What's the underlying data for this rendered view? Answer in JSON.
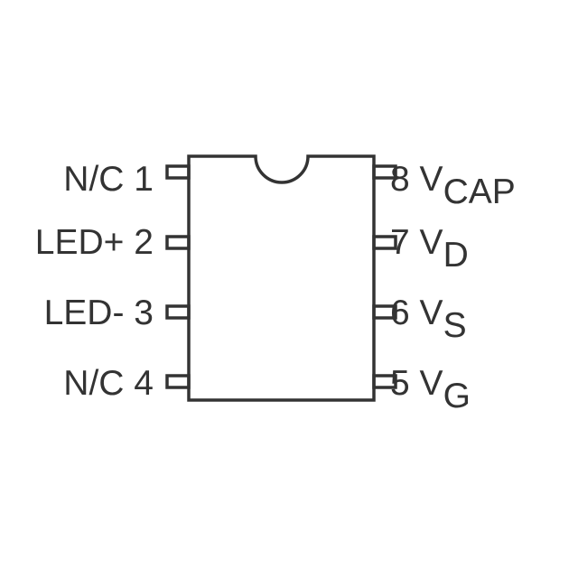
{
  "title": "8-pin DIP pinout",
  "colors": {
    "stroke": "#333333",
    "text": "#333333",
    "background": "#ffffff"
  },
  "pins_left": [
    {
      "number": "1",
      "name": "N/C"
    },
    {
      "number": "2",
      "name": "LED+"
    },
    {
      "number": "3",
      "name": "LED-"
    },
    {
      "number": "4",
      "name": "N/C"
    }
  ],
  "pins_right": [
    {
      "number": "8",
      "name": "V",
      "sub": "CAP"
    },
    {
      "number": "7",
      "name": "V",
      "sub": "D"
    },
    {
      "number": "6",
      "name": "V",
      "sub": "S"
    },
    {
      "number": "5",
      "name": "V",
      "sub": "G"
    }
  ]
}
